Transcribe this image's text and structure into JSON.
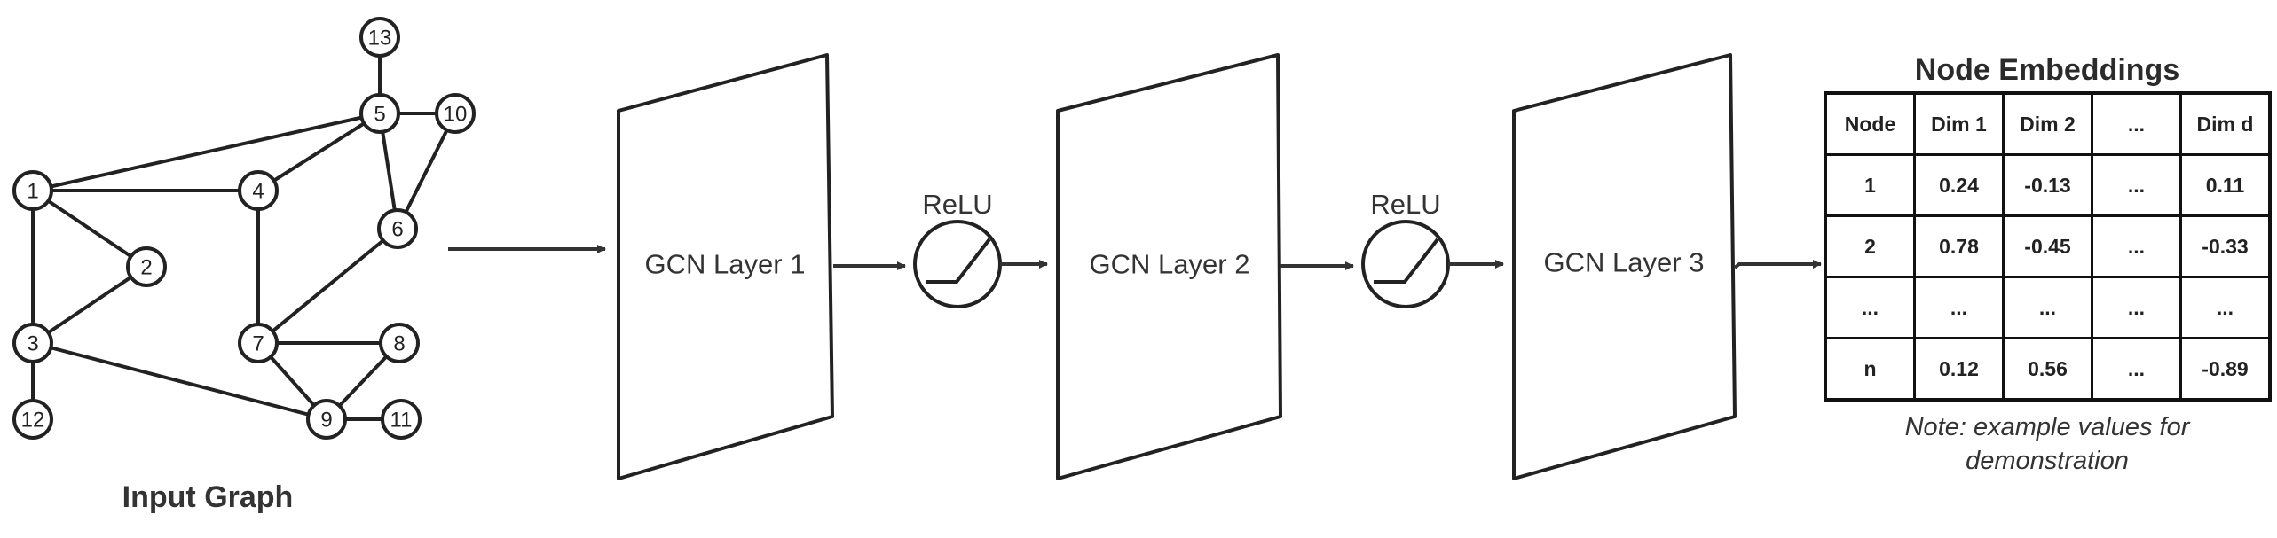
{
  "input_graph": {
    "caption": "Input Graph",
    "nodes": [
      {
        "id": "1",
        "label": "1"
      },
      {
        "id": "2",
        "label": "2"
      },
      {
        "id": "3",
        "label": "3"
      },
      {
        "id": "4",
        "label": "4"
      },
      {
        "id": "5",
        "label": "5"
      },
      {
        "id": "6",
        "label": "6"
      },
      {
        "id": "7",
        "label": "7"
      },
      {
        "id": "8",
        "label": "8"
      },
      {
        "id": "9",
        "label": "9"
      },
      {
        "id": "10",
        "label": "10"
      },
      {
        "id": "11",
        "label": "11"
      },
      {
        "id": "12",
        "label": "12"
      },
      {
        "id": "13",
        "label": "13"
      }
    ],
    "edges": [
      [
        "1",
        "5"
      ],
      [
        "1",
        "4"
      ],
      [
        "1",
        "2"
      ],
      [
        "1",
        "3"
      ],
      [
        "2",
        "3"
      ],
      [
        "3",
        "12"
      ],
      [
        "3",
        "9"
      ],
      [
        "4",
        "5"
      ],
      [
        "4",
        "7"
      ],
      [
        "5",
        "13"
      ],
      [
        "5",
        "10"
      ],
      [
        "5",
        "6"
      ],
      [
        "6",
        "10"
      ],
      [
        "6",
        "7"
      ],
      [
        "7",
        "8"
      ],
      [
        "7",
        "9"
      ],
      [
        "8",
        "9"
      ],
      [
        "9",
        "11"
      ]
    ]
  },
  "pipeline": {
    "layers": [
      {
        "label": "GCN Layer 1"
      },
      {
        "label": "GCN Layer 2"
      },
      {
        "label": "GCN Layer 3"
      }
    ],
    "activations": [
      {
        "label": "ReLU"
      },
      {
        "label": "ReLU"
      }
    ]
  },
  "embeddings": {
    "title": "Node Embeddings",
    "header": [
      "Node",
      "Dim 1",
      "Dim 2",
      "...",
      "Dim d"
    ],
    "rows": [
      [
        "1",
        "0.24",
        "-0.13",
        "...",
        "0.11"
      ],
      [
        "2",
        "0.78",
        "-0.45",
        "...",
        "-0.33"
      ],
      [
        "...",
        "...",
        "...",
        "...",
        "..."
      ],
      [
        "n",
        "0.12",
        "0.56",
        "...",
        "-0.89"
      ]
    ],
    "note_line1": "Note: example values for",
    "note_line2": "demonstration"
  }
}
